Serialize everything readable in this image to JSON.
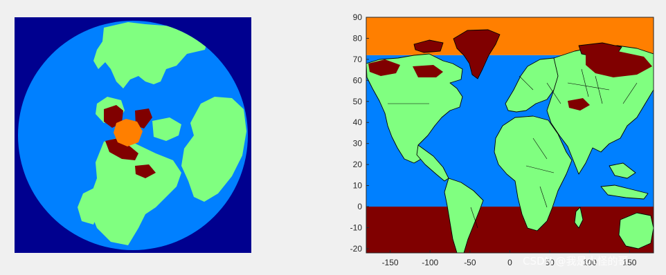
{
  "chart_data": [
    {
      "type": "heatmap",
      "title": "",
      "xlabel": "",
      "ylabel": "",
      "axes_visible": false,
      "projection": "polar stereographic (north pole centered)",
      "colors": {
        "corner_background": "#00008f",
        "ocean": "#0080ff",
        "land": "#80ff80",
        "class_dark_red": "#800000",
        "class_orange": "#ff7f00"
      }
    },
    {
      "type": "heatmap",
      "title": "",
      "xlabel": "",
      "ylabel": "",
      "xlim": [
        -180,
        180
      ],
      "ylim": [
        -22,
        90
      ],
      "xticks": [
        -150,
        -100,
        -50,
        0,
        50,
        100,
        150
      ],
      "yticks": [
        -20,
        -10,
        0,
        10,
        20,
        30,
        40,
        50,
        60,
        70,
        80,
        90
      ],
      "bands": [
        {
          "from_lat": -22,
          "to_lat": 0,
          "color": "#800000"
        },
        {
          "from_lat": 0,
          "to_lat": 72,
          "color": "#0080ff"
        },
        {
          "from_lat": 72,
          "to_lat": 90,
          "color": "#ff7f00"
        }
      ],
      "land_color": "#80ff80",
      "coastline_color": "#000000",
      "box": true
    }
  ],
  "watermark": "CSDN @我是水怪的哥"
}
